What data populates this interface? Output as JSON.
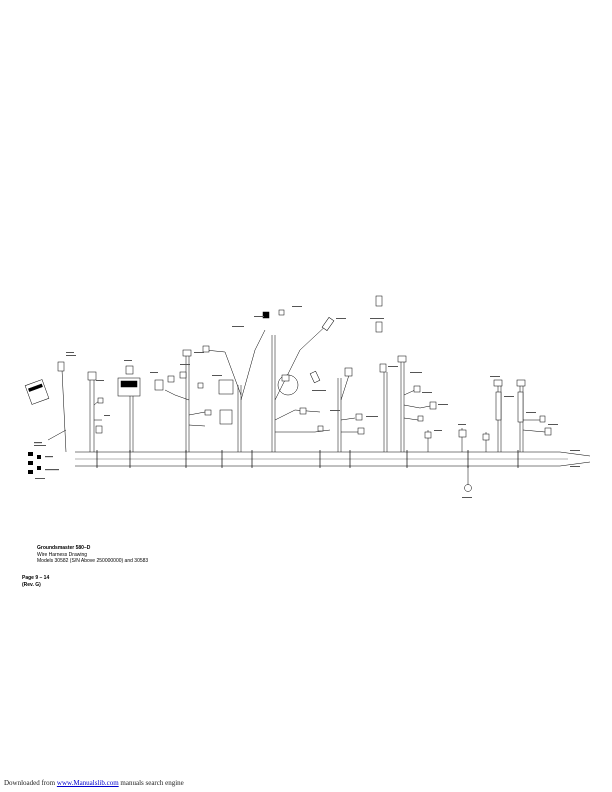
{
  "caption": {
    "title": "Groundsmaster 580–D",
    "subtitle": "Wire Harness Drawing",
    "models": "Models 30582 (S/N Above 250000000) and 30583"
  },
  "page": {
    "number": "Page 9 – 14",
    "revision": "(Rev. G)"
  },
  "footer": {
    "prefix": "Downloaded from ",
    "link": "www.Manualslib.com",
    "suffix": " manuals search engine"
  },
  "colors": {
    "line": "#000000",
    "link": "#0000cc"
  }
}
